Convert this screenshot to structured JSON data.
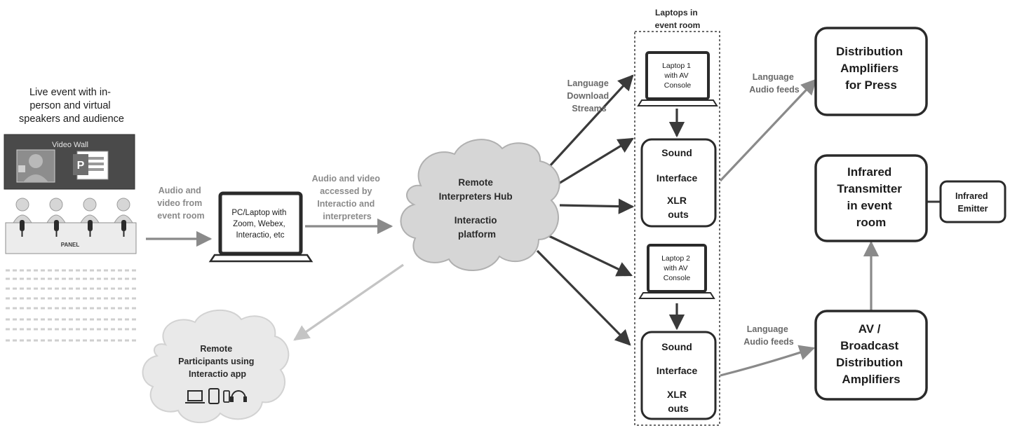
{
  "event": {
    "title_lines": [
      "Live event with in-",
      "person and virtual",
      "speakers and audience"
    ],
    "video_wall_label": "Video Wall",
    "panel_label": "PANEL"
  },
  "edges": {
    "audio_video_from_room": [
      "Audio and",
      "video from",
      "event room"
    ],
    "audio_video_accessed": [
      "Audio and video",
      "accessed by",
      "Interactio and",
      "interpreters"
    ],
    "language_download": [
      "Language",
      "Download",
      "Streams"
    ],
    "language_audio_feeds_top": [
      "Language",
      "Audio feeds"
    ],
    "language_audio_feeds_bottom": [
      "Language",
      "Audio feeds"
    ]
  },
  "pc_laptop": {
    "lines": [
      "PC/Laptop with",
      "Zoom, Webex,",
      "Interactio, etc"
    ]
  },
  "hub": {
    "lines": [
      "Remote",
      "Interpreters Hub",
      "Interactio",
      "platform"
    ]
  },
  "remote_participants": {
    "lines": [
      "Remote",
      "Participants using",
      "Interactio app"
    ]
  },
  "laptops_group": {
    "title_lines": [
      "Laptops in",
      "event room"
    ]
  },
  "laptop1": {
    "lines": [
      "Laptop 1",
      "with AV",
      "Console"
    ]
  },
  "laptop2": {
    "lines": [
      "Laptop 2",
      "with AV",
      "Console"
    ]
  },
  "sound1": {
    "lines": [
      "Sound",
      "Interface",
      "XLR",
      "outs"
    ]
  },
  "sound2": {
    "lines": [
      "Sound",
      "Interface",
      "XLR",
      "outs"
    ]
  },
  "dist_press": {
    "lines": [
      "Distribution",
      "Amplifiers",
      "for Press"
    ]
  },
  "infrared_tx": {
    "lines": [
      "Infrared",
      "Transmitter",
      "in event",
      "room"
    ]
  },
  "infrared_emitter": {
    "lines": [
      "Infrared",
      "Emitter"
    ]
  },
  "av_broadcast": {
    "lines": [
      "AV /",
      "Broadcast",
      "Distribution",
      "Amplifiers"
    ]
  },
  "colors": {
    "arrow_dark": "#3a3a3a",
    "arrow_gray": "#8a8a8a",
    "arrow_light": "#c4c4c4",
    "cloud_fill": "#dcdcdc",
    "cloud_light": "#e9e9e9",
    "box_stroke": "#2a2a2a"
  }
}
